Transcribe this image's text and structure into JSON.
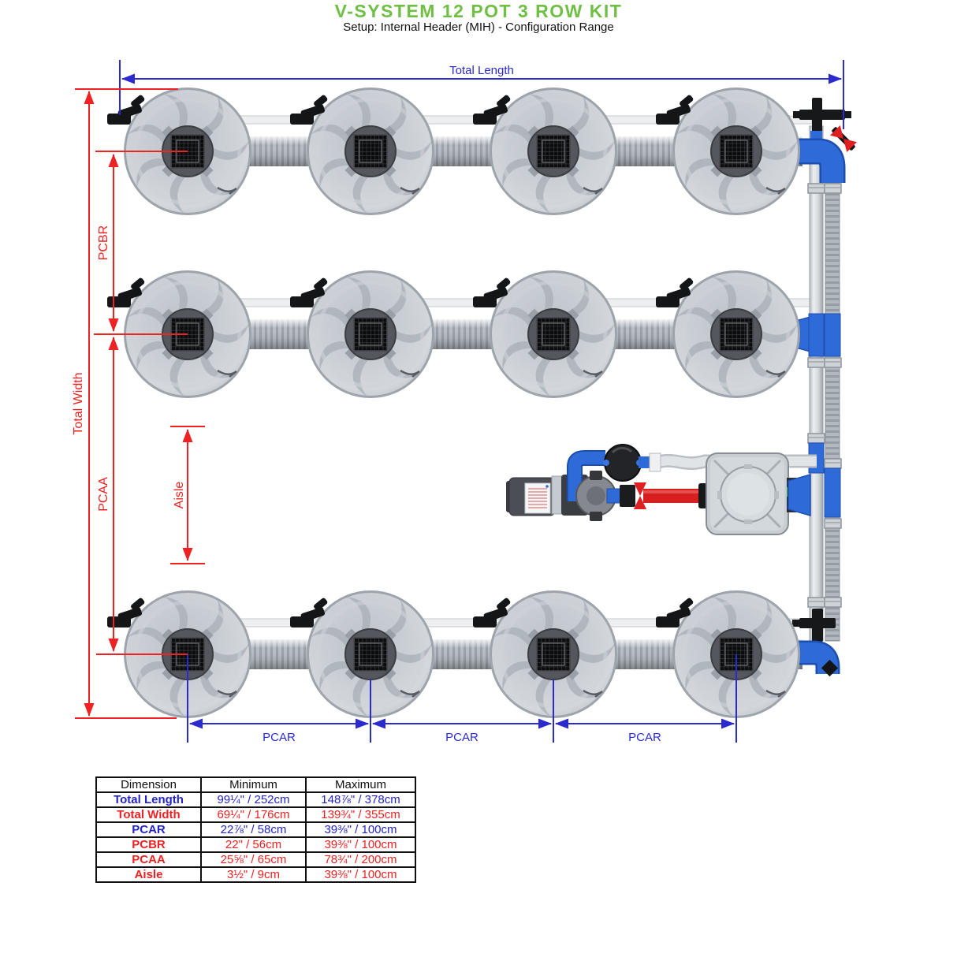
{
  "title": "V-SYSTEM 12 POT 3 ROW KIT",
  "subtitle": "Setup: Internal Header (MIH) - Configuration Range",
  "colors": {
    "title_green": "#6fbf44",
    "dimension_red": "#ee2222",
    "dimension_blue": "#2a2ace",
    "table_blue": "#2323cc",
    "table_red": "#ee2222",
    "pot_gray": "#c9ced4",
    "fitting_blue": "#2f6bd8",
    "pipe_red": "#d81f1f"
  },
  "diagram": {
    "layout": {
      "pot_rows": 3,
      "pot_columns": 4,
      "pots_total": 12
    },
    "labels": {
      "total_length": "Total Length",
      "total_width": "Total Width",
      "pcbr": "PCBR",
      "pcaa": "PCAA",
      "aisle": "Aisle",
      "pcar": "PCAR"
    }
  },
  "table": {
    "headers": [
      "Dimension",
      "Minimum",
      "Maximum"
    ],
    "rows": [
      {
        "dimension": "Total Length",
        "min": "99¼\" / 252cm",
        "max": "148⅞\" / 378cm"
      },
      {
        "dimension": "Total Width",
        "min": "69¼\" / 176cm",
        "max": "139¾\" / 355cm"
      },
      {
        "dimension": "PCAR",
        "min": "22⅞\" / 58cm",
        "max": "39⅜\" / 100cm"
      },
      {
        "dimension": "PCBR",
        "min": "22\" / 56cm",
        "max": "39⅜\" / 100cm"
      },
      {
        "dimension": "PCAA",
        "min": "25⅝\" / 65cm",
        "max": "78¾\" / 200cm"
      },
      {
        "dimension": "Aisle",
        "min": "3½\" / 9cm",
        "max": "39⅜\" / 100cm"
      }
    ]
  }
}
